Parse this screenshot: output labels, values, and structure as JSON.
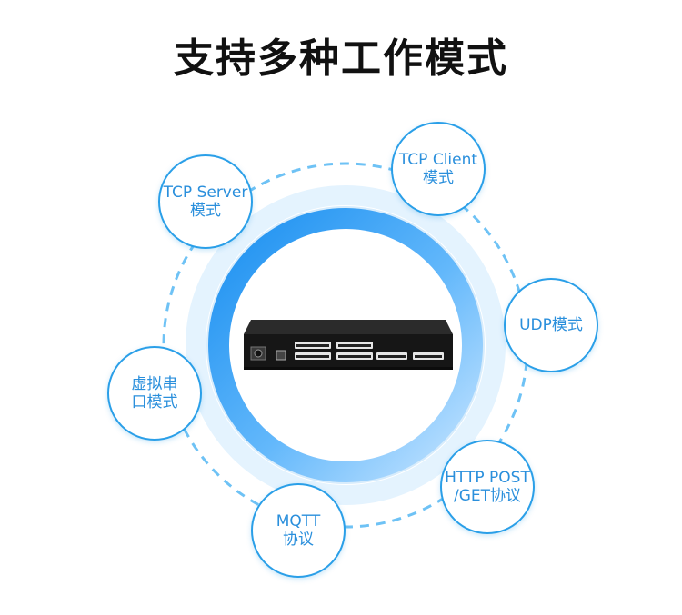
{
  "title": "支持多种工作模式",
  "colors": {
    "accent": "#2a9fe8",
    "ring_inner": "#e3f3ff",
    "device": "#1e1e1e"
  },
  "modes": [
    {
      "line1": "TCP Server",
      "line2": "模式"
    },
    {
      "line1": "TCP Client",
      "line2": "模式"
    },
    {
      "line1": "UDP模式",
      "line2": ""
    },
    {
      "line1": "虚拟串",
      "line2": "口模式"
    },
    {
      "line1": "HTTP POST",
      "line2": "/GET协议"
    },
    {
      "line1": "MQTT",
      "line2": "协议"
    }
  ],
  "device": {
    "name": "serial-device-server-icon"
  }
}
